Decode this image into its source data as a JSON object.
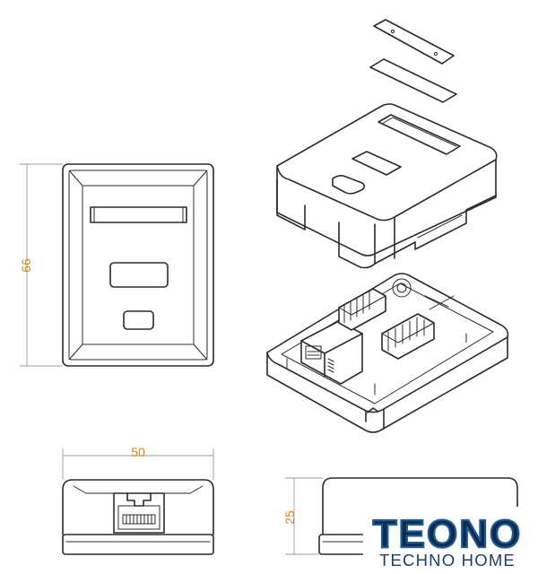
{
  "dimensions": {
    "height": "66",
    "width": "50",
    "depth": "25"
  },
  "logo": {
    "main": "TEONO",
    "sub": "TECHNO HOME",
    "colors": {
      "fill": "#0d2a4a",
      "outline": "#1e5a94",
      "sub": "#1f3f66"
    }
  },
  "accent_color": "#d8851a"
}
